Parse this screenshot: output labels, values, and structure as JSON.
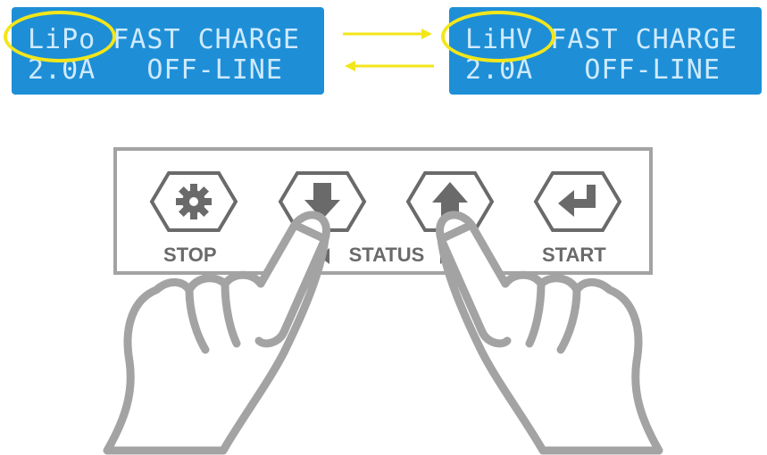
{
  "lcd_left": {
    "line1_mode": "LiPo",
    "line1_text": " FAST CHARGE",
    "line2_text": "2.0A   OFF-LINE"
  },
  "lcd_right": {
    "line1_mode": "LiHV",
    "line1_text": " FAST CHARGE",
    "line2_text": "2.0A   OFF-LINE"
  },
  "panel": {
    "stop_label": "STOP",
    "status_label": "STATUS",
    "start_label": "START"
  },
  "icons": {
    "stop": "gear-icon",
    "dec": "arrow-down-icon",
    "inc": "arrow-up-icon",
    "start": "enter-icon"
  },
  "colors": {
    "lcd_bg": "#1e8fd6",
    "lcd_text": "#cfeaff",
    "highlight": "#f2e61a",
    "key_gray": "#6a6a6a",
    "panel_border": "#a3a3a3"
  }
}
